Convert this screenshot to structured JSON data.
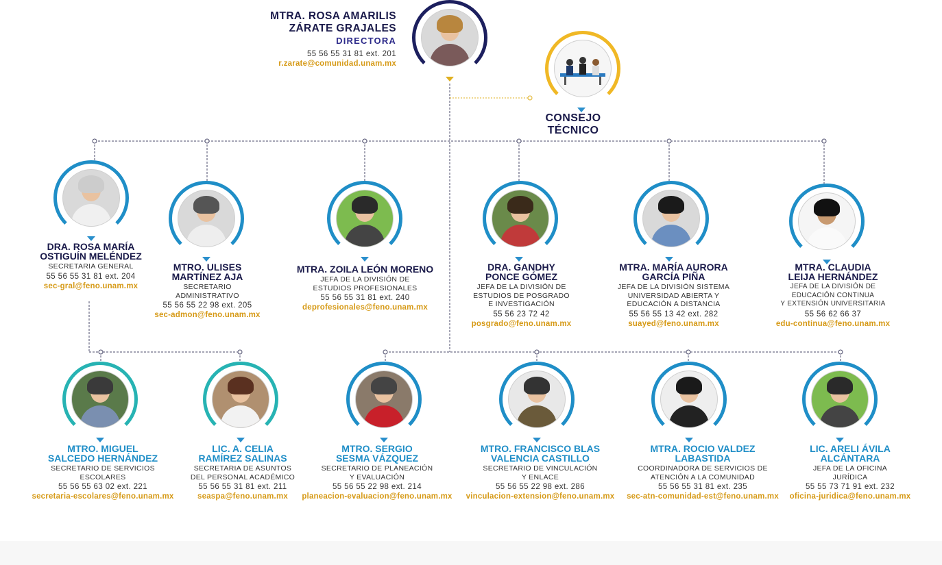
{
  "director": {
    "name": "MTRA. ROSA AMARILIS\nZÁRATE GRAJALES",
    "title": "DIRECTORA",
    "phone": "55 56 55 31 81 ext. 201",
    "email": "r.zarate@comunidad.unam.mx"
  },
  "consejo": {
    "label": "CONSEJO TÉCNICO",
    "icon": "meeting-people-icon"
  },
  "colors": {
    "navy": "#1a1a4a",
    "blue_ring": "#1f8ec7",
    "teal_ring": "#27b3b3",
    "gold": "#d69a17",
    "director_ring": "#1c1f5e"
  },
  "row1": [
    {
      "name": "DRA. ROSA MARÍA\nOSTIGUÍN MELÉNDEZ",
      "role": "SECRETARIA GENERAL",
      "phone": "55 56 55 31 81 ext. 204",
      "email": "sec-gral@feno.unam.mx"
    },
    {
      "name": "MTRO. ULISES\nMARTÍNEZ AJA",
      "role": "SECRETARIO\nADMINISTRATIVO",
      "phone": "55 56 55 22 98 ext. 205",
      "email": "sec-admon@feno.unam.mx"
    },
    {
      "name": "MTRA. ZOILA LEÓN MORENO",
      "role": "JEFA DE LA DIVISIÓN DE\nESTUDIOS PROFESIONALES",
      "phone": "55 56 55 31 81 ext. 240",
      "email": "deprofesionales@feno.unam.mx"
    },
    {
      "name": "DRA. GANDHY\nPONCE GÓMEZ",
      "role": "JEFA DE LA DIVISIÓN DE\nESTUDIOS DE POSGRADO\nE INVESTIGACIÓN",
      "phone": "55 56 23 72 42",
      "email": "posgrado@feno.unam.mx"
    },
    {
      "name": "MTRA. MARÍA AURORA\nGARCÍA PIÑA",
      "role": "JEFA DE LA DIVISIÓN SISTEMA\nUNIVERSIDAD ABIERTA Y\nEDUCACIÓN A DISTANCIA",
      "phone": "55 56 55 13 42 ext. 282",
      "email": "suayed@feno.unam.mx"
    },
    {
      "name": "MTRA. CLAUDIA\nLEIJA HERNÁNDEZ",
      "role": "JEFA DE LA DIVISIÓN DE\nEDUCACIÓN CONTINUA\nY EXTENSIÓN UNIVERSITARIA",
      "phone": "55 56 62 66 37",
      "email": "edu-continua@feno.unam.mx"
    }
  ],
  "row2": [
    {
      "name": "MTRO. MIGUEL\nSALCEDO HERNÁNDEZ",
      "role": "SECRETARIO DE SERVICIOS\nESCOLARES",
      "phone": "55 56 55 63 02  ext. 221",
      "email": "secretaria-escolares@feno.unam.mx"
    },
    {
      "name": "LIC. A. CELIA\nRAMÍREZ SALINAS",
      "role": "SECRETARIA DE ASUNTOS\nDEL PERSONAL ACADÉMICO",
      "phone": "55 56 55 31 81 ext. 211",
      "email": "seaspa@feno.unam.mx"
    },
    {
      "name": "MTRO. SERGIO\nSESMA VÁZQUEZ",
      "role": "SECRETARIO DE PLANEACIÓN\nY EVALUACIÓN",
      "phone": "55 56 55 22 98 ext. 214",
      "email": "planeacion-evaluacion@feno.unam.mx"
    },
    {
      "name": "MTRO. FRANCISCO BLAS\nVALENCIA CASTILLO",
      "role": "SECRETARIO DE VINCULACIÓN\nY ENLACE",
      "phone": "55 56 55 22 98 ext. 286",
      "email": "vinculacion-extension@feno.unam.mx"
    },
    {
      "name": "MTRA. ROCIO VALDEZ\nLABASTIDA",
      "role": "COORDINADORA DE SERVICIOS DE\nATENCIÓN A LA COMUNIDAD",
      "phone": "55 56 55 31 81 ext. 235",
      "email": "sec-atn-comunidad-est@feno.unam.mx"
    },
    {
      "name": "LIC. ARELI ÁVILA\nALCÁNTARA",
      "role": "JEFA DE LA OFICINA\nJURÍDICA",
      "phone": "55 55 73 71 91 ext. 232",
      "email": "oficina-juridica@feno.unam.mx"
    }
  ]
}
